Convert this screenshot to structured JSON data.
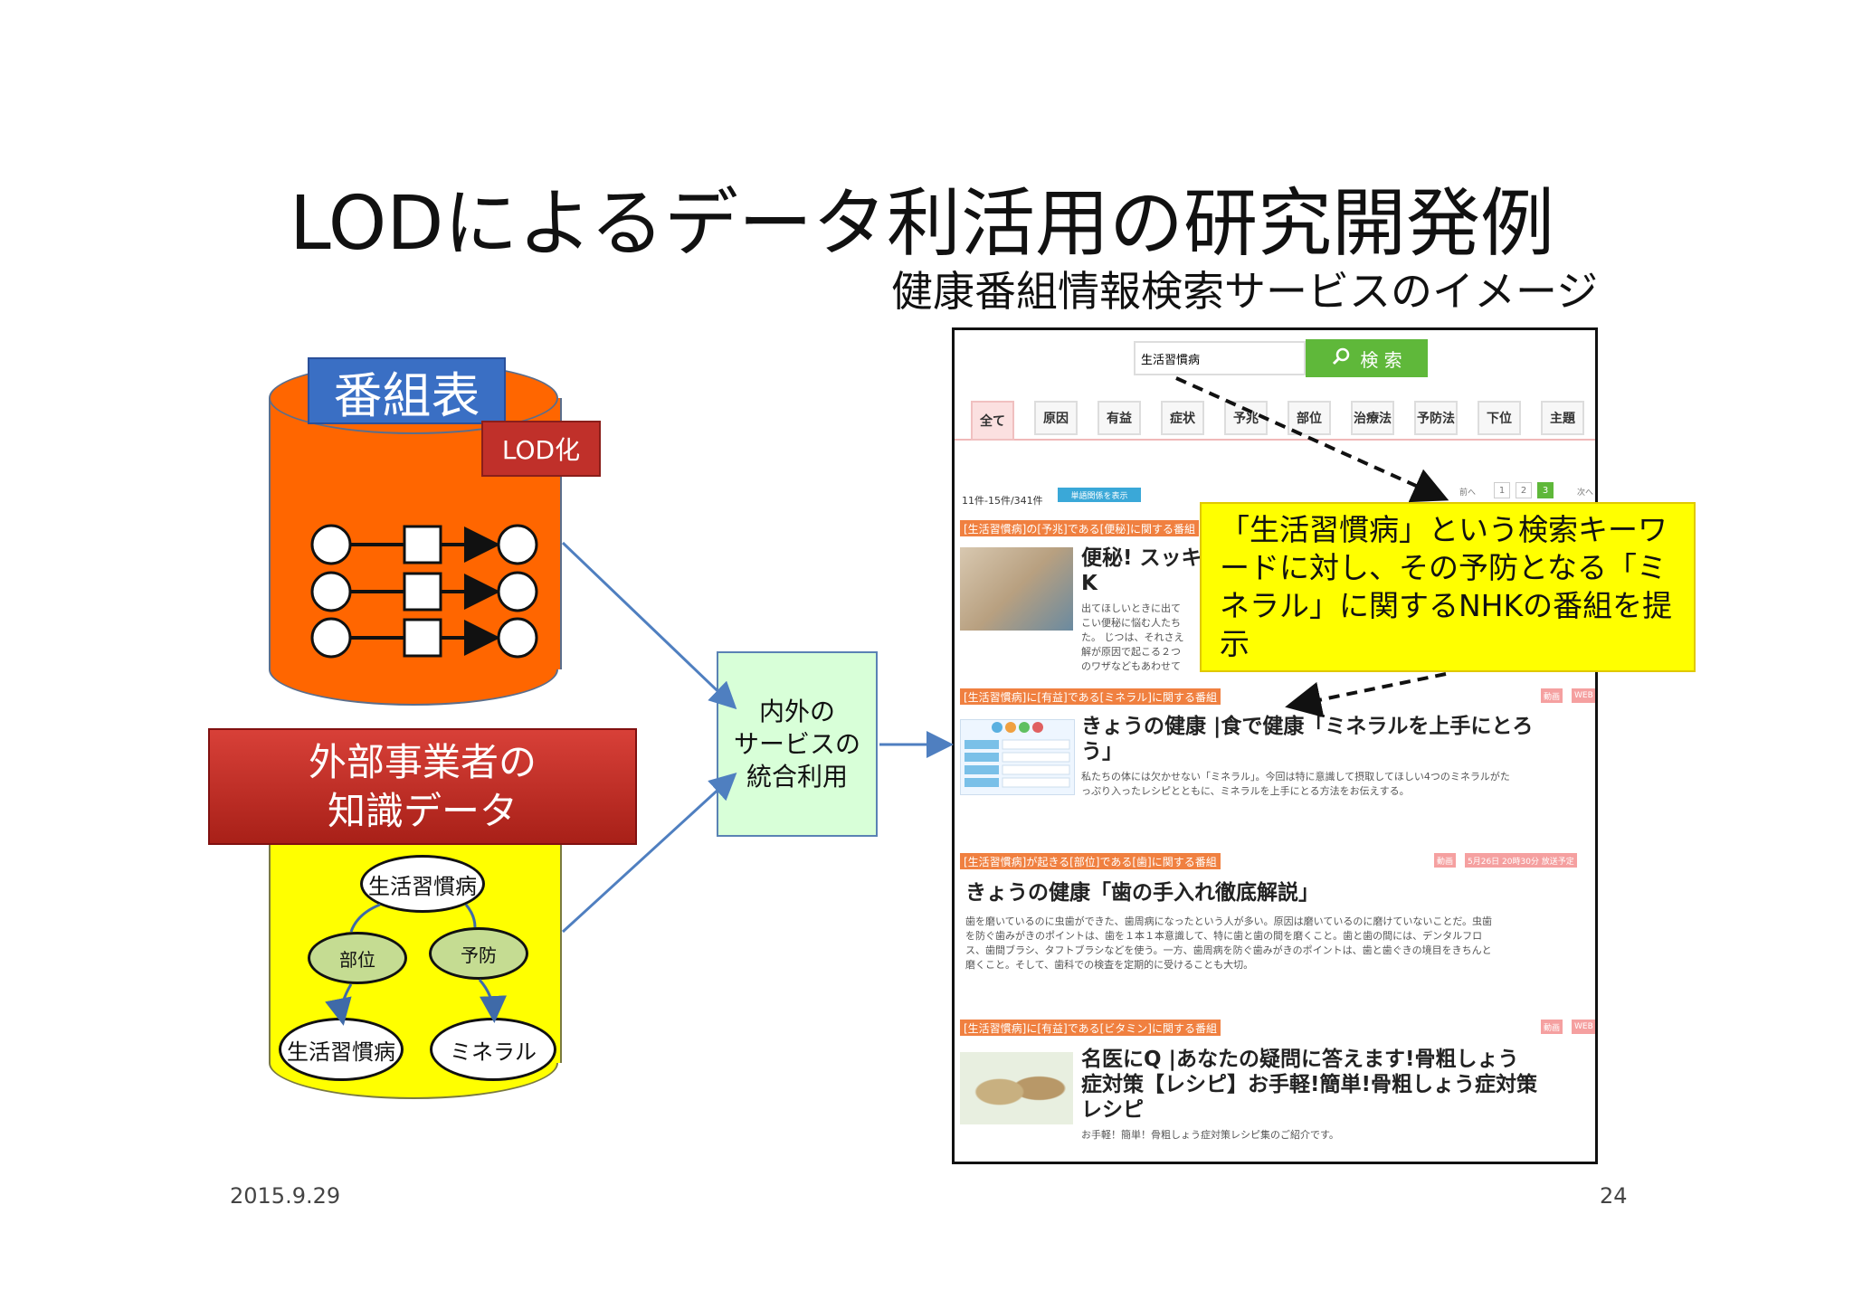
{
  "title": "LODによるデータ利活用の研究開発例",
  "subtitle": "健康番組情報検索サービスのイメージ",
  "footer": {
    "date": "2015.9.29",
    "page": "24"
  },
  "left": {
    "bangumi_label": "番組表",
    "lod_badge": "LOD化",
    "external_label_line1": "外部事業者の",
    "external_label_line2": "知識データ",
    "graph": {
      "top": "生活習慣病",
      "rel1": "部位",
      "rel2": "予防",
      "bottom1": "生活習慣病",
      "bottom2": "ミネラル"
    }
  },
  "integration": {
    "line1": "内外の",
    "line2": "サービスの",
    "line3": "統合利用"
  },
  "callout": "「生活習慣病」という検索キーワードに対し、その予防となる「ミネラル」に関するNHKの番組を提示",
  "screenshot": {
    "search_value": "生活習慣病",
    "search_button": "検 索",
    "tabs": [
      "全て",
      "原因",
      "有益",
      "症状",
      "予兆",
      "部位",
      "治療法",
      "予防法",
      "下位",
      "主題"
    ],
    "result_count": "11件-15件/341件",
    "single_button": "単語関係を表示",
    "pagination": {
      "prev": "前へ",
      "pages": [
        "1",
        "2",
        "3"
      ],
      "next": "次へ"
    },
    "results": [
      {
        "tag": "[生活習慣病]の[予兆]である[便秘]に関する番組",
        "title": "便秘! スッキ",
        "title2": "K",
        "desc": [
          "出てほしいときに出て",
          "こい便秘に悩む人たち",
          "た。 じつは、それさえ",
          "解が原因で起こる２つ",
          "のワザなどもあわせて"
        ]
      },
      {
        "tag": "[生活習慣病]に[有益]である[ミネラル]に関する番組",
        "badges": [
          "動画",
          "WEB"
        ],
        "title": "きょうの健康 |食で健康「ミネラルを上手にとろ",
        "title2": "う」",
        "desc": [
          "私たちの体には欠かせない「ミネラル」。今回は特に意識して摂取してほしい4つのミネラルがた",
          "っぷり入ったレシピとともに、ミネラルを上手にとる方法をお伝えする。"
        ]
      },
      {
        "tag": "[生活習慣病]が起きる[部位]である[歯]に関する番組",
        "badges": [
          "動画",
          "5月26日 20時30分 放送予定"
        ],
        "title": "きょうの健康「歯の手入れ徹底解説」",
        "desc": [
          "歯を磨いているのに虫歯ができた、歯周病になったという人が多い。原因は磨いているのに磨けていないことだ。虫歯",
          "を防ぐ歯みがきのポイントは、歯を１本１本意識して、特に歯と歯の間を磨くこと。歯と歯の間には、デンタルフロ",
          "ス、歯間ブラシ、タフトブラシなどを使う。一方、歯周病を防ぐ歯みがきのポイントは、歯と歯ぐきの境目をきちんと",
          "磨くこと。そして、歯科での検査を定期的に受けることも大切。"
        ]
      },
      {
        "tag": "[生活習慣病]に[有益]である[ビタミン]に関する番組",
        "badges": [
          "動画",
          "WEB"
        ],
        "title": "名医にQ |あなたの疑問に答えます!骨粗しょう",
        "title2": "症対策【レシピ】お手軽!簡単!骨粗しょう症対策",
        "title3": "レシピ",
        "desc": [
          "お手軽！簡単！骨粗しょう症対策レシピ集のご紹介です。"
        ]
      }
    ]
  },
  "colors": {
    "orange": "#ff6600",
    "yellow": "#ffff00",
    "blue_label": "#3a6fc4",
    "red_label": "#c0302a",
    "arrow": "#4f7fc0",
    "green_box": "#d8ffd8"
  }
}
